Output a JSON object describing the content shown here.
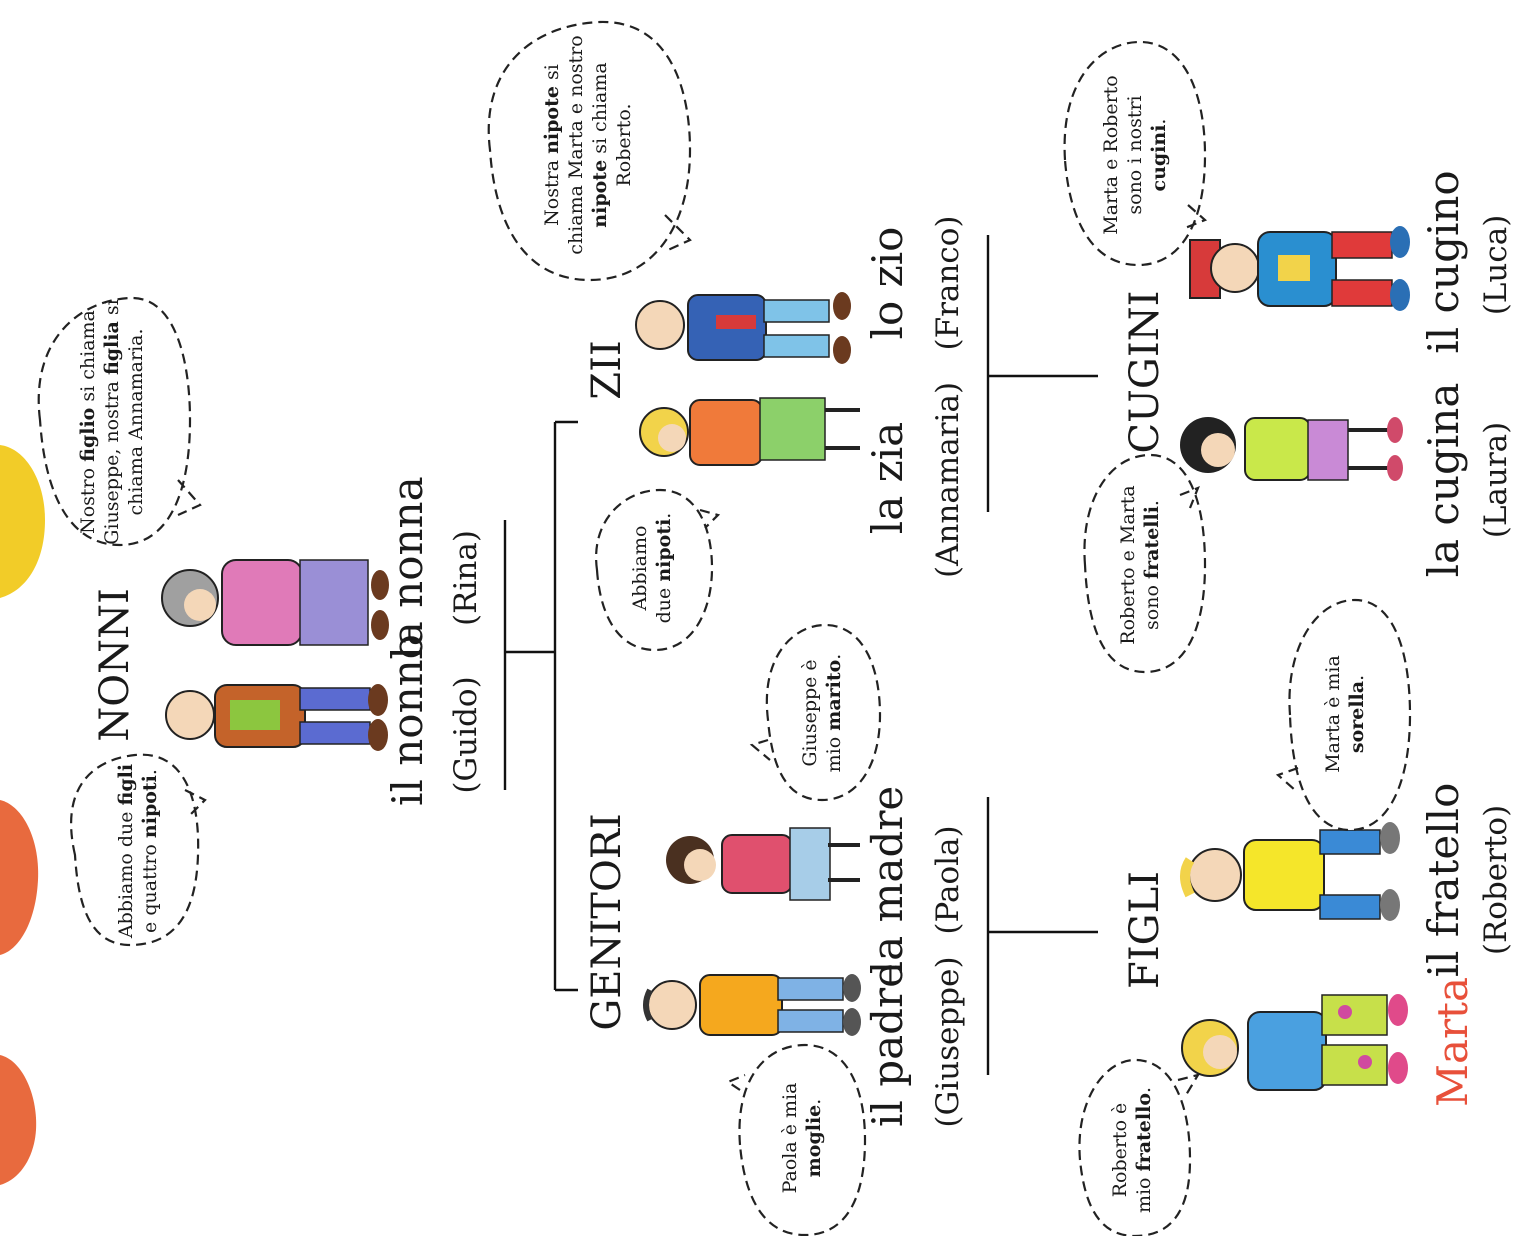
{
  "colors": {
    "accent_name": "#e8503a",
    "blob_yellow": "#f2cc28",
    "blob_orange": "#e86a3e"
  },
  "groups": {
    "nonni": "NONNI",
    "genitori": "GENITORI",
    "zii": "ZII",
    "figli": "FIGLI",
    "cugini": "CUGINI"
  },
  "people": {
    "nonno": {
      "role": "il nonno",
      "name": "(Guido)"
    },
    "nonna": {
      "role": "la nonna",
      "name": "(Rina)"
    },
    "padre": {
      "role": "il padre",
      "name": "(Giuseppe)"
    },
    "madre": {
      "role": "la madre",
      "name": "(Paola)"
    },
    "zia": {
      "role": "la zia",
      "name": "(Annamaria)"
    },
    "zio": {
      "role": "lo zio",
      "name": "(Franco)"
    },
    "marta": {
      "role": "Marta"
    },
    "fratello": {
      "role": "il fratello",
      "name": "(Roberto)"
    },
    "cugina": {
      "role": "la cugina",
      "name": "(Laura)"
    },
    "cugino": {
      "role": "il cugino",
      "name": "(Luca)"
    }
  },
  "bubbles": {
    "nonno": [
      [
        {
          "t": "Abbiamo due "
        },
        {
          "t": "figli",
          "b": true
        }
      ],
      [
        {
          "t": "e quattro "
        },
        {
          "t": "nipoti",
          "b": true
        },
        {
          "t": "."
        }
      ]
    ],
    "nonna": [
      [
        {
          "t": "Nostro "
        },
        {
          "t": "figlio",
          "b": true
        },
        {
          "t": " si chiama"
        }
      ],
      [
        {
          "t": "Giuseppe, nostra "
        },
        {
          "t": "figlia",
          "b": true
        },
        {
          "t": " si"
        }
      ],
      [
        {
          "t": "chiama Annamaria."
        }
      ]
    ],
    "zio": [
      [
        {
          "t": "Nostra "
        },
        {
          "t": "nipote",
          "b": true
        },
        {
          "t": " si"
        }
      ],
      [
        {
          "t": "chiama Marta e nostro"
        }
      ],
      [
        {
          "t": "nipote",
          "b": true
        },
        {
          "t": " si chiama"
        }
      ],
      [
        {
          "t": "Roberto."
        }
      ]
    ],
    "zia": [
      [
        {
          "t": "Abbiamo"
        }
      ],
      [
        {
          "t": "due "
        },
        {
          "t": "nipoti",
          "b": true
        },
        {
          "t": "."
        }
      ]
    ],
    "madre": [
      [
        {
          "t": "Giuseppe è"
        }
      ],
      [
        {
          "t": "mio "
        },
        {
          "t": "marito",
          "b": true
        },
        {
          "t": "."
        }
      ]
    ],
    "padre": [
      [
        {
          "t": "Paola è mia"
        }
      ],
      [
        {
          "t": "moglie",
          "b": true
        },
        {
          "t": "."
        }
      ]
    ],
    "cugino": [
      [
        {
          "t": "Marta e Roberto"
        }
      ],
      [
        {
          "t": "sono i nostri"
        }
      ],
      [
        {
          "t": "cugini",
          "b": true
        },
        {
          "t": "."
        }
      ]
    ],
    "cugina": [
      [
        {
          "t": "Roberto e Marta"
        }
      ],
      [
        {
          "t": "sono "
        },
        {
          "t": "fratelli",
          "b": true
        },
        {
          "t": "."
        }
      ]
    ],
    "fratello": [
      [
        {
          "t": "Marta è mia"
        }
      ],
      [
        {
          "t": "sorella",
          "b": true
        },
        {
          "t": "."
        }
      ]
    ],
    "marta": [
      [
        {
          "t": "Roberto è"
        }
      ],
      [
        {
          "t": "mio "
        },
        {
          "t": "fratello",
          "b": true
        },
        {
          "t": "."
        }
      ]
    ]
  }
}
